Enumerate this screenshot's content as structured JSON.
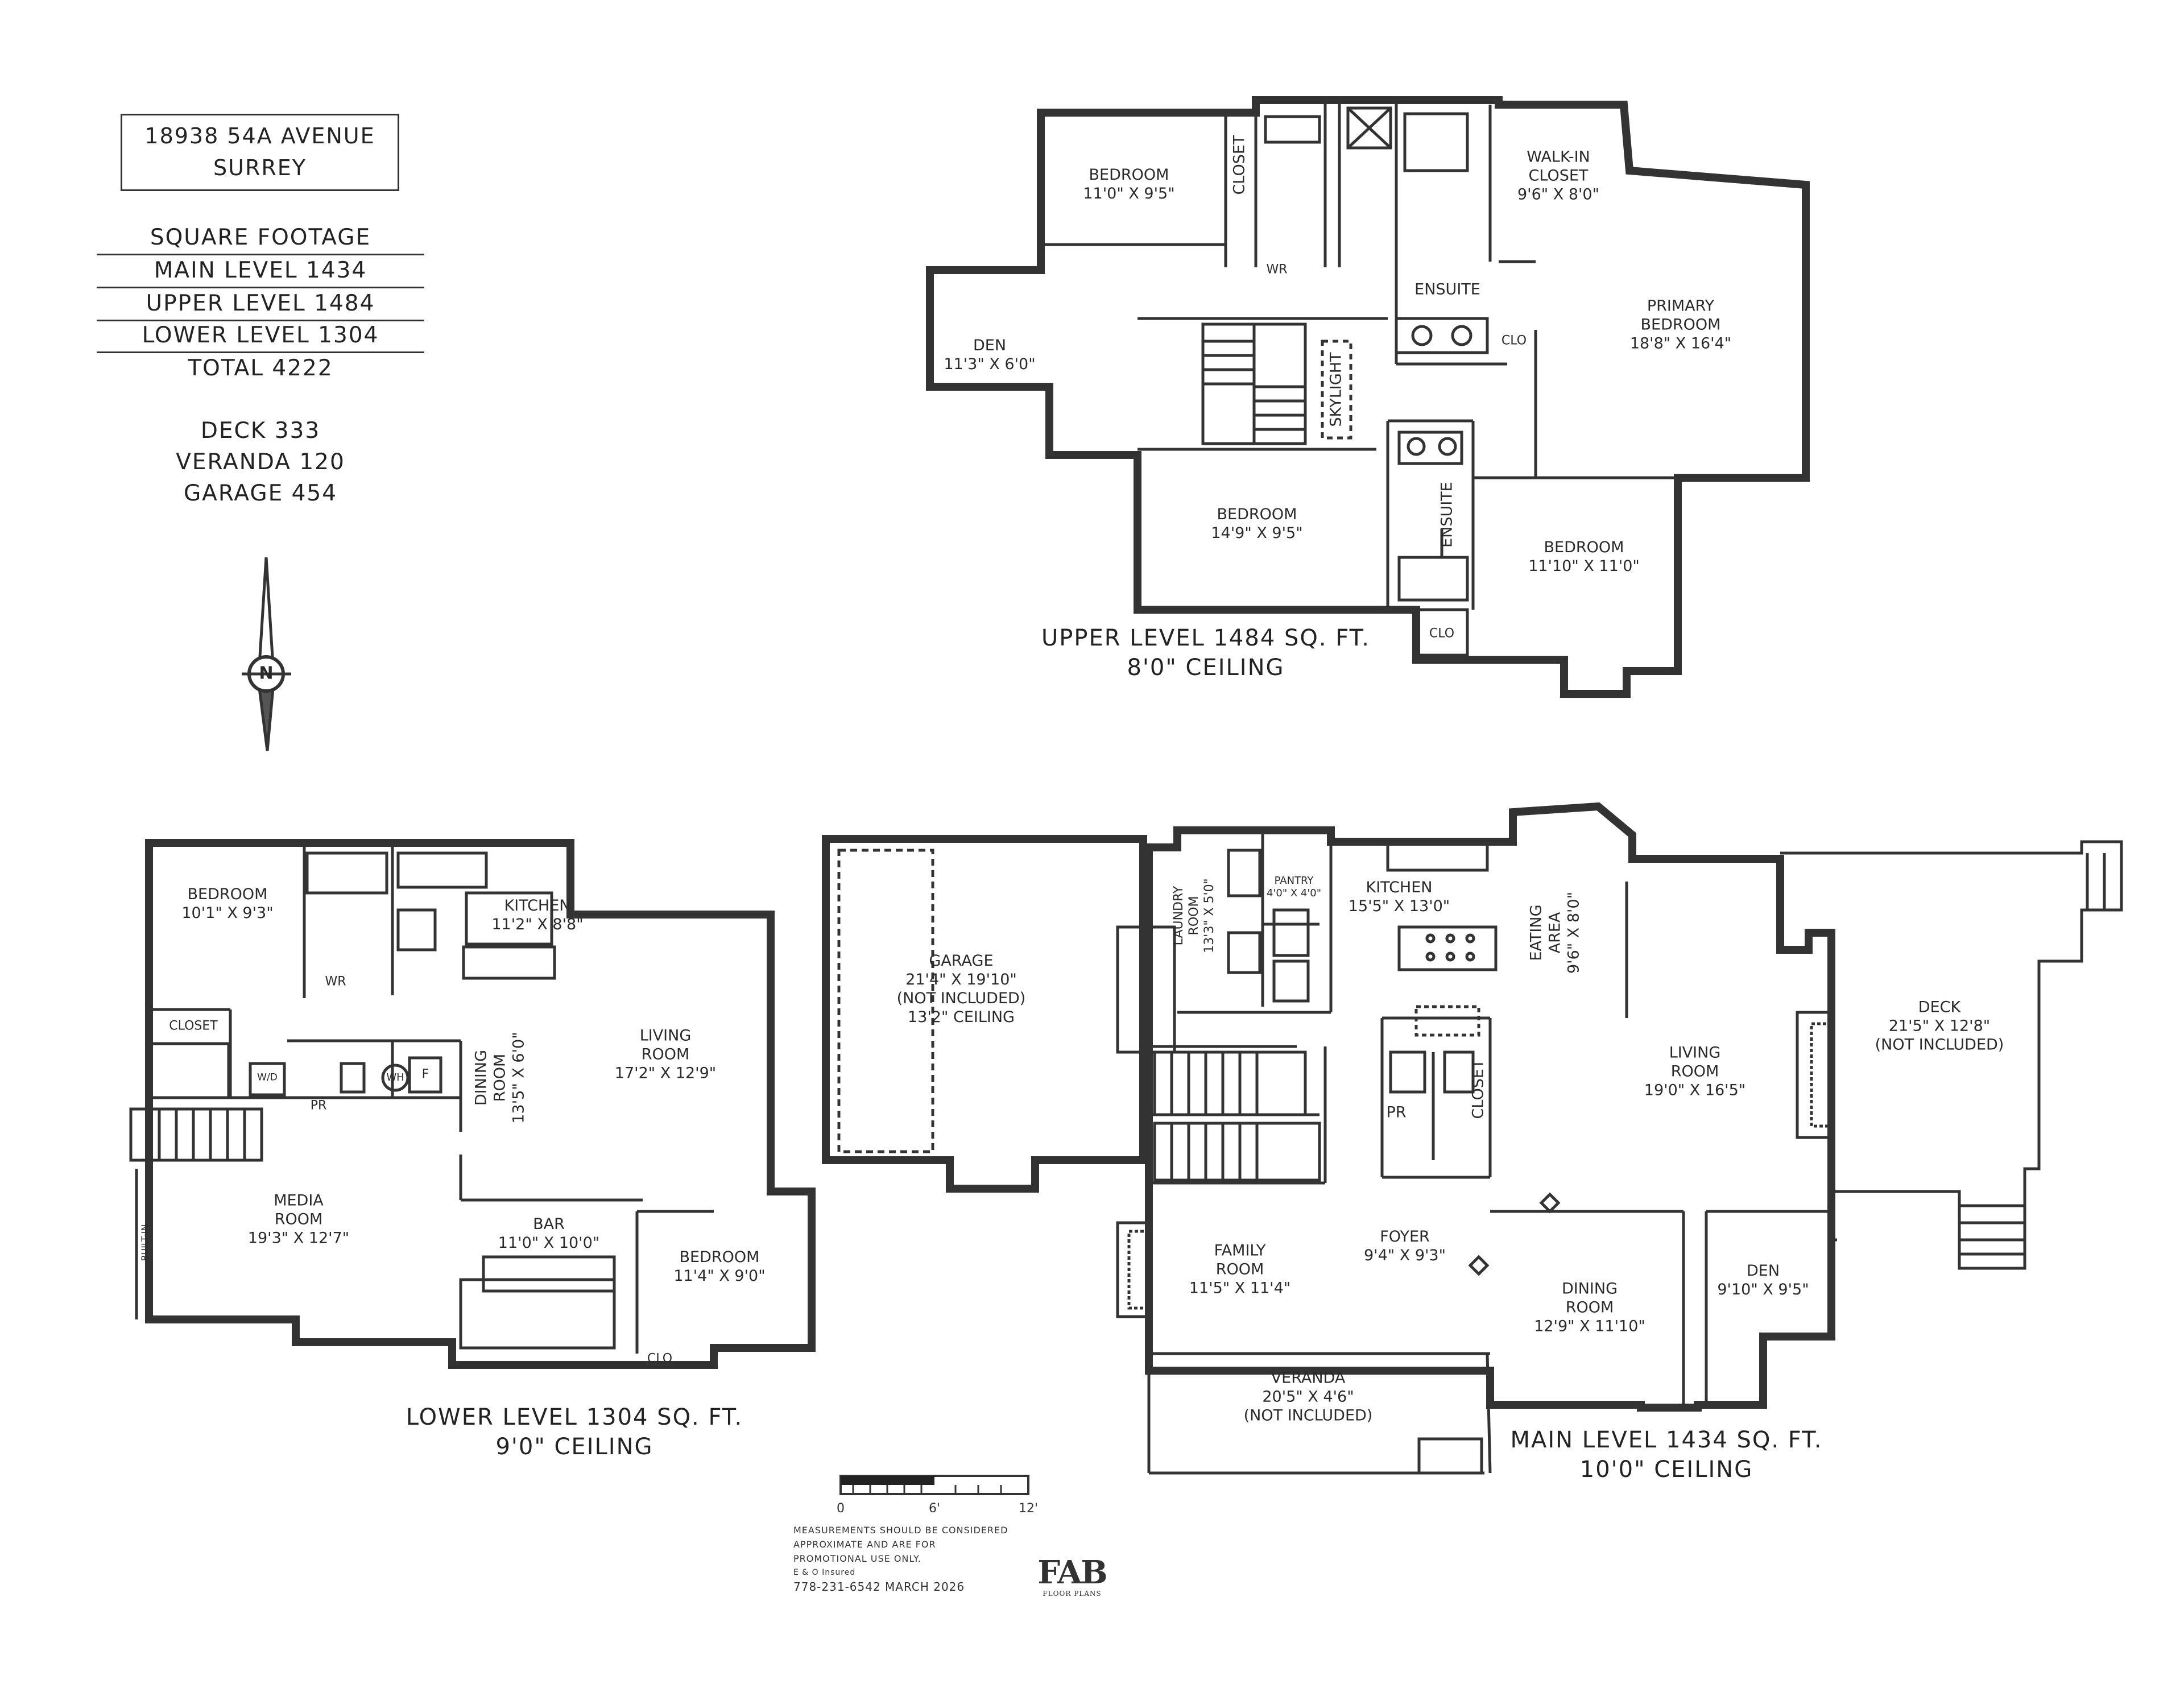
{
  "property": {
    "address": "18938 54A AVENUE",
    "city": "SURREY"
  },
  "square_footage": {
    "heading": "SQUARE FOOTAGE",
    "main": "MAIN LEVEL 1434",
    "upper": "UPPER LEVEL 1484",
    "lower": "LOWER LEVEL 1304",
    "total": "TOTAL 4222"
  },
  "extras": {
    "deck": "DECK 333",
    "veranda": "VERANDA 120",
    "garage": "GARAGE 454"
  },
  "compass": {
    "letter": "N"
  },
  "upper_level": {
    "title": "UPPER LEVEL 1484 SQ. FT.",
    "ceiling": "8'0\" CEILING",
    "rooms": {
      "bedroom1": {
        "name": "BEDROOM",
        "dims": "11'0\" X 9'5\""
      },
      "closet": {
        "name": "CLOSET"
      },
      "walkin": {
        "name": "WALK-IN",
        "name2": "CLOSET",
        "dims": "9'6\" X 8'0\""
      },
      "primary": {
        "name": "PRIMARY",
        "name2": "BEDROOM",
        "dims": "18'8\" X 16'4\""
      },
      "den": {
        "name": "DEN",
        "dims": "11'3\" X 6'0\""
      },
      "wr": {
        "name": "WR"
      },
      "ensuite1": {
        "name": "ENSUITE"
      },
      "clo1": {
        "name": "CLO"
      },
      "skylight": {
        "name": "SKYLIGHT"
      },
      "bedroom2": {
        "name": "BEDROOM",
        "dims": "14'9\" X 9'5\""
      },
      "ensuite2": {
        "name": "ENSUITE"
      },
      "bedroom3": {
        "name": "BEDROOM",
        "dims": "11'10\" X 11'0\""
      },
      "clo2": {
        "name": "CLO"
      }
    }
  },
  "lower_level": {
    "title": "LOWER LEVEL 1304 SQ. FT.",
    "ceiling": "9'0\" CEILING",
    "rooms": {
      "bedroom1": {
        "name": "BEDROOM",
        "dims": "10'1\" X 9'3\""
      },
      "kitchen": {
        "name": "KITCHEN",
        "dims": "11'2\" X 8'8\""
      },
      "living": {
        "name": "LIVING",
        "name2": "ROOM",
        "dims": "17'2\" X 12'9\""
      },
      "dining": {
        "name": "DINING",
        "name2": "ROOM",
        "dims": "13'5\" X 6'0\""
      },
      "wr": {
        "name": "WR"
      },
      "closet": {
        "name": "CLOSET"
      },
      "wd": {
        "name": "W/D"
      },
      "pr": {
        "name": "PR"
      },
      "wh": {
        "name": "WH"
      },
      "furnace": {
        "name": "F"
      },
      "media": {
        "name": "MEDIA",
        "name2": "ROOM",
        "dims": "19'3\" X 12'7\""
      },
      "bar": {
        "name": "BAR",
        "dims": "11'0\" X 10'0\""
      },
      "bedroom2": {
        "name": "BEDROOM",
        "dims": "11'4\" X 9'0\""
      },
      "clo": {
        "name": "CLO"
      },
      "builtin": {
        "name": "BUILT-IN"
      }
    }
  },
  "main_level": {
    "title": "MAIN LEVEL 1434 SQ. FT.",
    "ceiling": "10'0\" CEILING",
    "rooms": {
      "garage": {
        "name": "GARAGE",
        "dims": "21'4\" X 19'10\"",
        "note": "(NOT INCLUDED)",
        "ceiling": "13'2\" CEILING"
      },
      "laundry": {
        "name": "LAUNDRY",
        "name2": "ROOM",
        "dims": "13'3\" X 5'0\""
      },
      "pantry": {
        "name": "PANTRY",
        "dims": "4'0\" X 4'0\""
      },
      "kitchen": {
        "name": "KITCHEN",
        "dims": "15'5\" X 13'0\""
      },
      "eating": {
        "name": "EATING",
        "name2": "AREA",
        "dims": "9'6\" X 8'0\""
      },
      "living": {
        "name": "LIVING",
        "name2": "ROOM",
        "dims": "19'0\" X 16'5\""
      },
      "deck": {
        "name": "DECK",
        "dims": "21'5\" X 12'8\"",
        "note": "(NOT INCLUDED)"
      },
      "pr": {
        "name": "PR"
      },
      "closet": {
        "name": "CLOSET"
      },
      "family": {
        "name": "FAMILY",
        "name2": "ROOM",
        "dims": "11'5\" X 11'4\""
      },
      "foyer": {
        "name": "FOYER",
        "dims": "9'4\" X 9'3\""
      },
      "dining": {
        "name": "DINING",
        "name2": "ROOM",
        "dims": "12'9\" X 11'10\""
      },
      "den": {
        "name": "DEN",
        "dims": "9'10\" X 9'5\""
      },
      "veranda": {
        "name": "VERANDA",
        "dims": "20'5\" X 4'6\"",
        "note": "(NOT INCLUDED)"
      }
    }
  },
  "scale": {
    "t0": "0",
    "t6": "6'",
    "t12": "12'"
  },
  "disclaimer": {
    "line1": "MEASUREMENTS SHOULD BE CONSIDERED",
    "line2": "APPROXIMATE AND ARE FOR",
    "line3": "PROMOTIONAL USE ONLY.",
    "line4": "E & O Insured",
    "line5": "778-231-6542  MARCH 2026"
  },
  "brand": {
    "logo": "FAB",
    "tagline": "FLOOR PLANS"
  }
}
